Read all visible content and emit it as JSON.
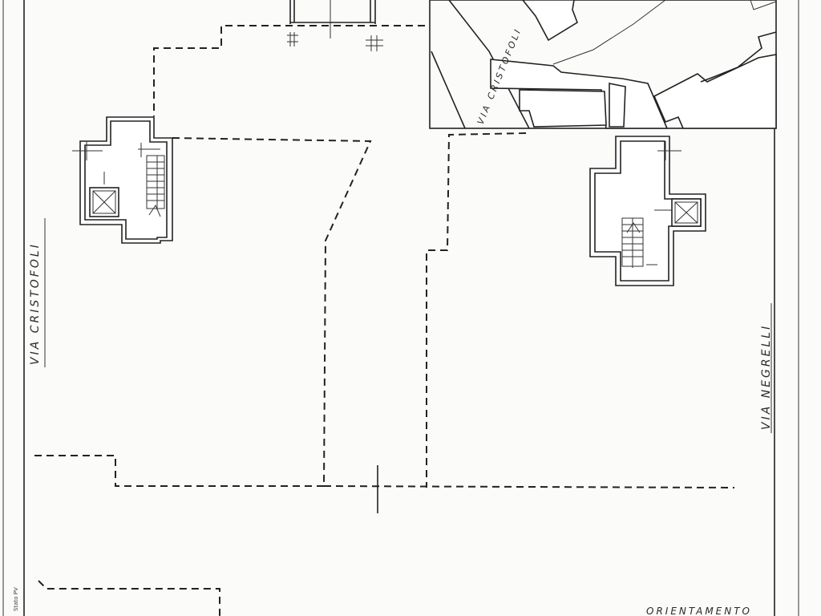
{
  "labels": {
    "via_cristofoli_main": "VIA  CRISTOFOLI",
    "via_cristofoli_inset": "VIA  CRISTOFOLI",
    "via_negrelli": "VIA  NEGRELLI",
    "orientamento": "ORIENTAMENTO",
    "margin_note": "Stato  PV"
  },
  "colors": {
    "paper": "#fbfbfa",
    "ink": "#222222"
  }
}
